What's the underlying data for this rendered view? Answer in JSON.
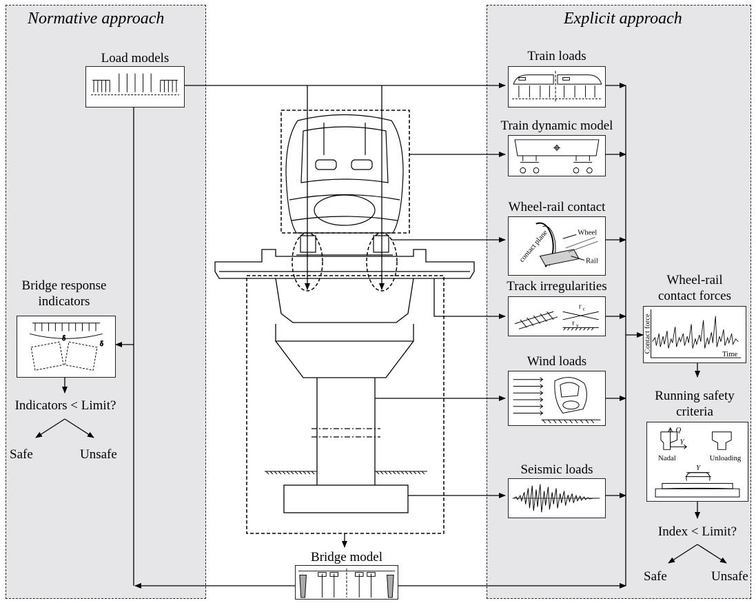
{
  "left_panel": {
    "title": "Normative approach"
  },
  "right_panel": {
    "title": "Explicit approach"
  },
  "normative": {
    "load_models": "Load models",
    "bridge_response_line1": "Bridge response",
    "bridge_response_line2": "indicators",
    "decision": "Indicators < Limit?",
    "safe": "Safe",
    "unsafe": "Unsafe"
  },
  "explicit": {
    "train_loads": "Train loads",
    "train_dynamic_model": "Train dynamic model",
    "wheel_rail_contact": "Wheel-rail contact",
    "track_irregularities": "Track irregularities",
    "wind_loads": "Wind loads",
    "seismic_loads": "Seismic loads"
  },
  "results": {
    "contact_forces_line1": "Wheel-rail",
    "contact_forces_line2": "contact forces",
    "running_safety_line1": "Running safety",
    "running_safety_line2": "criteria",
    "decision": "Index < Limit?",
    "safe": "Safe",
    "unsafe": "Unsafe"
  },
  "bridge_model": "Bridge model",
  "inset_text": {
    "wheel": "Wheel",
    "rail": "Rail",
    "contact_plane": "contact plane",
    "contact_force_axis": "Contact force",
    "time_axis": "Time",
    "nadal": "Nadal",
    "unloading": "Unloading",
    "q": "Q",
    "y": "Y",
    "rc": "r",
    "rc_sub": "c",
    "rv": "r",
    "rv_sub": "v"
  }
}
